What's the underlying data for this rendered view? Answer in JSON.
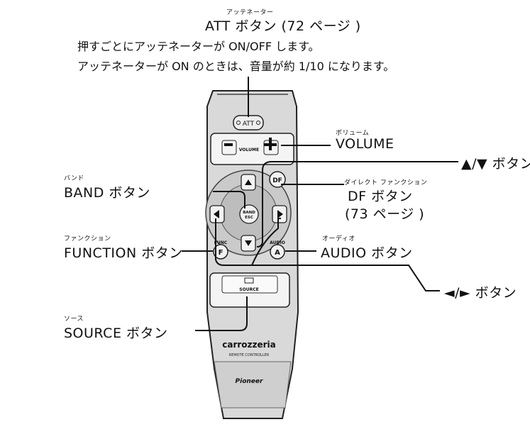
{
  "att": {
    "ruby": "アッテネーター",
    "title": "ATT ボタン (72 ページ )",
    "desc1": "押すごとにアッテネーターが ON/OFF します。",
    "desc2": "アッテネーターが ON のときは、音量が約 1/10 になります。"
  },
  "volume": {
    "ruby": "ボリューム",
    "title": "VOLUME"
  },
  "updown": {
    "title": "▲/▼ ボタン"
  },
  "band": {
    "ruby": "バンド",
    "title": "BAND ボタン"
  },
  "df": {
    "ruby": "ダイレクト ファンクション",
    "title": "DF ボタン",
    "page": "(73 ページ )"
  },
  "function": {
    "ruby": "ファンクション",
    "title": "FUNCTION ボタン"
  },
  "audio": {
    "ruby": "オーディオ",
    "title": "AUDIO ボタン"
  },
  "leftright": {
    "title": "◄/► ボタン"
  },
  "source": {
    "ruby": "ソース",
    "title": "SOURCE ボタン"
  },
  "remote": {
    "att_label": "ATT",
    "volume_label": "VOLUME",
    "df_label": "DF",
    "band_label1": "BAND",
    "band_label2": "ESC",
    "func_label": "FUNC",
    "audio_label": "AUDIO",
    "f_label": "F",
    "a_label": "A",
    "source_label": "SOURCE",
    "brand": "carrozzeria",
    "sub": "REMOTE CONTROLLER",
    "maker": "Pioneer"
  }
}
